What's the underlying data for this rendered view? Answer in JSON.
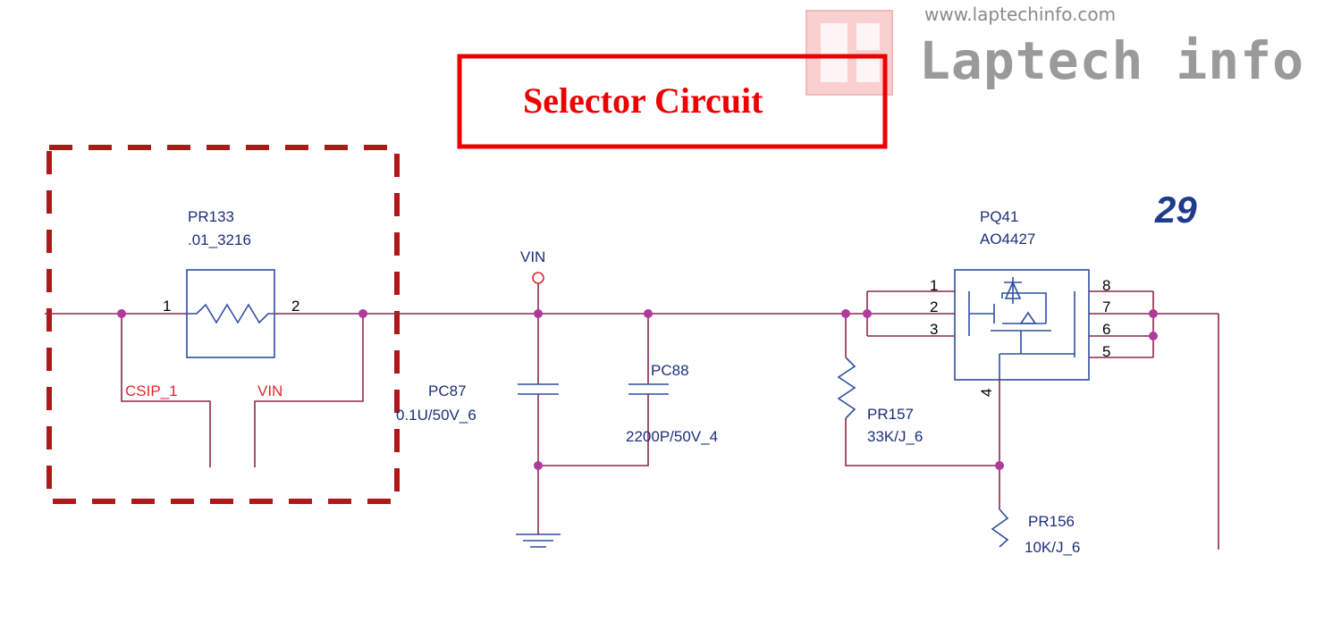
{
  "title": "Selector Circuit",
  "watermark": {
    "url": "www.laptechinfo.com",
    "brand": "Laptech info"
  },
  "page_number": "29",
  "colors": {
    "wire": "#8a2a4a",
    "component": "#2e4ea2",
    "label": "#1c2f7a",
    "net_label": "#e0282c",
    "title": "#ee0000",
    "highlight_box": "#b01818",
    "junction": "#b03a9c"
  },
  "components": {
    "pr133": {
      "ref": "PR133",
      "value": ".01_3216",
      "pin1": "1",
      "pin2": "2"
    },
    "pc87": {
      "ref": "PC87",
      "value": "0.1U/50V_6"
    },
    "pc88": {
      "ref": "PC88",
      "value": "2200P/50V_4"
    },
    "pr157": {
      "ref": "PR157",
      "value": "33K/J_6"
    },
    "pr156": {
      "ref": "PR156",
      "value": "10K/J_6"
    },
    "pq41": {
      "ref": "PQ41",
      "value": "AO4427",
      "pins": [
        "1",
        "2",
        "3",
        "4",
        "5",
        "6",
        "7",
        "8"
      ]
    }
  },
  "nets": {
    "csip": "CSIP_1",
    "vin_local": "VIN",
    "vin_rail": "VIN"
  },
  "icons": [
    "ground-symbol-icon",
    "power-port-icon",
    "resistor-icon",
    "capacitor-icon",
    "mosfet-icon",
    "laptech-logo-icon"
  ]
}
